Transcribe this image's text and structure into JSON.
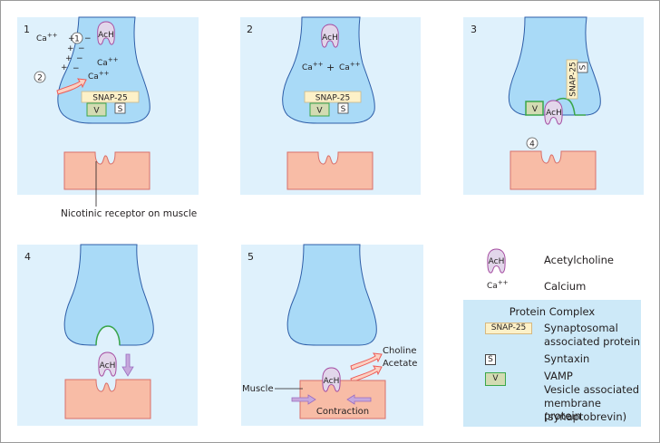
{
  "panels": [
    {
      "number": "1",
      "labels": {
        "ca_outside": "Ca",
        "ca_sup": "++",
        "step1": "1",
        "step2": "2",
        "ca_inside_1": "Ca",
        "ca_inside_2": "Ca",
        "ach": "AcH",
        "snap": "SNAP-25",
        "v": "V",
        "s": "S",
        "plus": "+",
        "minus": "−",
        "callout": "Nicotinic receptor on muscle"
      }
    },
    {
      "number": "2",
      "labels": {
        "ach": "AcH",
        "ca_left": "Ca",
        "ca_right": "Ca",
        "ca_sup": "++",
        "plus": "+",
        "snap": "SNAP-25",
        "v": "V",
        "s": "S"
      }
    },
    {
      "number": "3",
      "labels": {
        "ach": "AcH",
        "snap": "SNAP-25",
        "v": "V",
        "s": "S",
        "step4": "4"
      }
    },
    {
      "number": "4",
      "labels": {
        "ach": "AcH"
      }
    },
    {
      "number": "5",
      "labels": {
        "ach": "AcH",
        "choline": "Choline",
        "acetate": "Acetate",
        "muscle": "Muscle",
        "contraction": "Contraction"
      }
    }
  ],
  "legend": {
    "acetylcholine": {
      "symbol": "AcH",
      "label": "Acetylcholine"
    },
    "calcium": {
      "symbol": "Ca",
      "sup": "++",
      "label": "Calcium"
    },
    "protein_complex": {
      "title": "Protein Complex",
      "items": [
        {
          "symbol": "SNAP-25",
          "label_line1": "Synaptosomal",
          "label_line2": "associated protein"
        },
        {
          "symbol": "S",
          "label_line1": "Syntaxin"
        },
        {
          "symbol": "V",
          "label_line1": "VAMP",
          "label_line2": "Vesicle associated",
          "label_line3": "membrane protein",
          "label_line4": "(synaptobrevin)"
        }
      ]
    }
  },
  "colors": {
    "panel_bg": "#dff1fc",
    "terminal_fill": "#a9daf7",
    "terminal_stroke": "#2e5ea8",
    "muscle_fill": "#f8bca6",
    "muscle_stroke": "#d9706a",
    "ach_fill": "#e2d6ea",
    "ach_stroke": "#a44aa0",
    "snap_fill": "#fdf1c8",
    "v_fill": "#d3dbb2",
    "v_stroke": "#3aa64a",
    "red_arrow": "#ee5a55",
    "purple_arrow": "#c6a8dc"
  }
}
